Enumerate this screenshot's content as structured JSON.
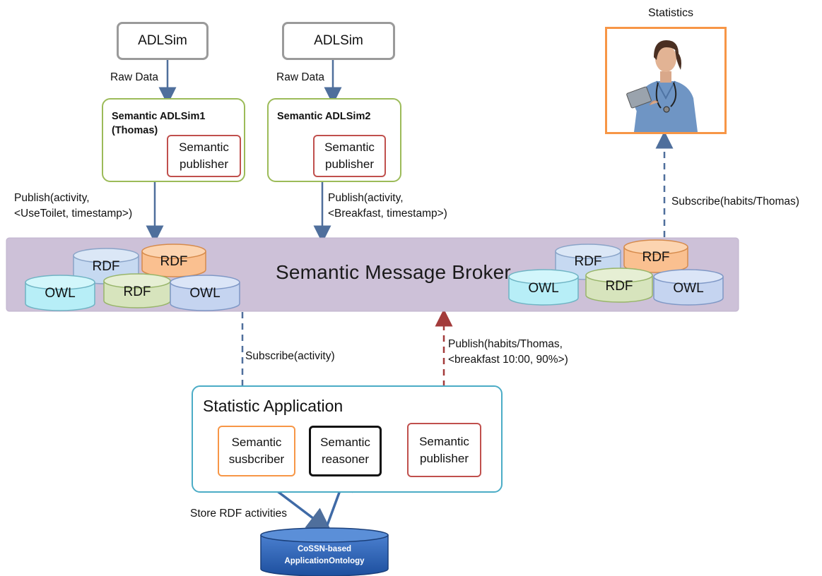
{
  "simulators": [
    {
      "label": "ADLSim",
      "raw_label": "Raw Data",
      "semantic_title": "Semantic ADLSim1\n(Thomas)",
      "publisher": [
        "Semantic",
        "publisher"
      ],
      "publish_text": [
        "Publish(activity,",
        "<UseToilet, timestamp>)"
      ]
    },
    {
      "label": "ADLSim",
      "raw_label": "Raw Data",
      "semantic_title": "Semantic ADLSim2",
      "publisher": [
        "Semantic",
        "publisher"
      ],
      "publish_text": [
        "Publish(activity,",
        "<Breakfast, timestamp>)"
      ]
    }
  ],
  "statistics": {
    "label": "Statistics",
    "subscribe_text": "Subscribe(habits/Thomas)"
  },
  "broker": {
    "title": "Semantic Message Broker",
    "left_stores": [
      "RDF",
      "RDF",
      "OWL",
      "RDF",
      "OWL"
    ],
    "right_stores": [
      "RDF",
      "RDF",
      "OWL",
      "RDF",
      "OWL"
    ]
  },
  "links": {
    "subscribe_activity": "Subscribe(activity)",
    "publish_habits": [
      "Publish(habits/Thomas,",
      "<breakfast 10:00, 90%>)"
    ],
    "store_rdf": "Store RDF activities"
  },
  "app": {
    "title": "Statistic Application",
    "subscriber": [
      "Semantic",
      "susbcriber"
    ],
    "reasoner": [
      "Semantic",
      "reasoner"
    ],
    "publisher": [
      "Semantic",
      "publisher"
    ]
  },
  "ontology": [
    "CoSSN-based",
    "ApplicationOntology"
  ],
  "colors": {
    "rdf_blue": "#c6d9f1",
    "rdf_orange": "#fac090",
    "rdf_green": "#d7e4bd",
    "owl_cyan": "#b7eef7",
    "owl_blue": "#c5d4f0",
    "arrow_blue": "#4f6f9c",
    "arrow_red": "#a33b3b",
    "broker": "#cdc1d8"
  }
}
